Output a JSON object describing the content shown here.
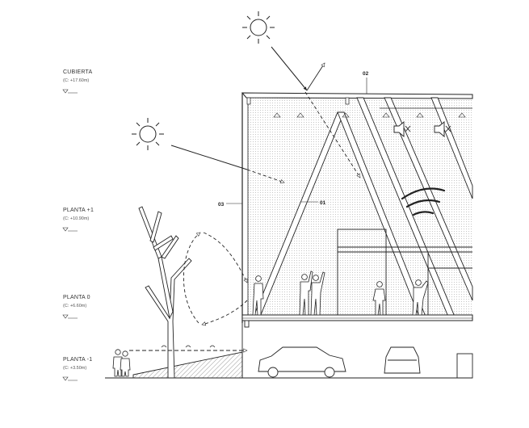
{
  "levels": [
    {
      "name": "CUBIERTA",
      "elevation": "(C: +17.60m)"
    },
    {
      "name": "PLANTA +1",
      "elevation": "(C: +10.90m)"
    },
    {
      "name": "PLANTA 0",
      "elevation": "(C: +6.60m)"
    },
    {
      "name": "PLANTA -1",
      "elevation": "(C: +3.50m)"
    }
  ],
  "callouts": {
    "c01": "01",
    "c02": "02",
    "c03": "03"
  },
  "colors": {
    "line": "#222222",
    "dots": "#bdbdbd",
    "fill_gray": "#cfcfcf"
  }
}
